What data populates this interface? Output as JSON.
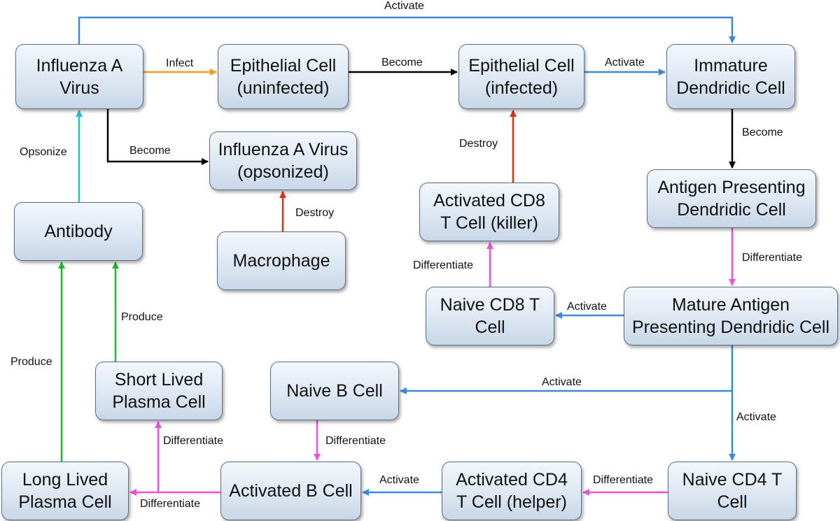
{
  "colors": {
    "infect": "#f0a020",
    "become": "#000000",
    "activate": "#3a8ad6",
    "destroy": "#e03010",
    "differentiate": "#f050d8",
    "produce": "#20b830",
    "opsonize": "#20c0d0"
  },
  "nodes": {
    "influenza_virus": [
      "Influenza A",
      "Virus"
    ],
    "epithelial_uninfected": [
      "Epithelial Cell",
      "(uninfected)"
    ],
    "epithelial_infected": [
      "Epithelial Cell",
      "(infected)"
    ],
    "immature_dc": [
      "Immature",
      "Dendridic Cell"
    ],
    "opsonized_virus": [
      "Influenza A Virus",
      "(opsonized)"
    ],
    "antigen_presenting_dc": [
      "Antigen Presenting",
      "Dendridic Cell"
    ],
    "activated_cd8": [
      "Activated CD8",
      "T Cell (killer)"
    ],
    "antibody": [
      "Antibody"
    ],
    "macrophage": [
      "Macrophage"
    ],
    "naive_cd8": [
      "Naive CD8 T",
      "Cell"
    ],
    "mature_apdc": [
      "Mature Antigen",
      "Presenting Dendridic Cell"
    ],
    "short_lived_plasma": [
      "Short Lived",
      "Plasma Cell"
    ],
    "naive_b": [
      "Naive B Cell"
    ],
    "long_lived_plasma": [
      "Long Lived",
      "Plasma Cell"
    ],
    "activated_b": [
      "Activated B Cell"
    ],
    "activated_cd4": [
      "Activated CD4",
      "T Cell (helper)"
    ],
    "naive_cd4": [
      "Naive CD4 T",
      "Cell"
    ]
  },
  "edges": [
    {
      "id": "virus-activate-immature",
      "type": "activate",
      "label": "Activate"
    },
    {
      "id": "virus-infect-epithelial",
      "type": "infect",
      "label": "Infect"
    },
    {
      "id": "epithelial-become-infected",
      "type": "become",
      "label": "Become"
    },
    {
      "id": "infected-activate-immature",
      "type": "activate",
      "label": "Activate"
    },
    {
      "id": "immature-become-apdc",
      "type": "become",
      "label": "Become"
    },
    {
      "id": "virus-become-opsonized",
      "type": "become",
      "label": "Become"
    },
    {
      "id": "antibody-opsonize-virus",
      "type": "opsonize",
      "label": "Opsonize"
    },
    {
      "id": "macrophage-destroy-opsonized",
      "type": "destroy",
      "label": "Destroy"
    },
    {
      "id": "cd8-destroy-infected",
      "type": "destroy",
      "label": "Destroy"
    },
    {
      "id": "apdc-differentiate-mature",
      "type": "differentiate",
      "label": "Differentiate"
    },
    {
      "id": "naivecd8-differentiate-cd8",
      "type": "differentiate",
      "label": "Differentiate"
    },
    {
      "id": "mature-activate-naivecd8",
      "type": "activate",
      "label": "Activate"
    },
    {
      "id": "mature-activate-naiveb",
      "type": "activate",
      "label": "Activate"
    },
    {
      "id": "mature-activate-naivecd4",
      "type": "activate",
      "label": "Activate"
    },
    {
      "id": "naiveb-differentiate-activatedb",
      "type": "differentiate",
      "label": "Differentiate"
    },
    {
      "id": "naivecd4-differentiate-cd4",
      "type": "differentiate",
      "label": "Differentiate"
    },
    {
      "id": "cd4-activate-activatedb",
      "type": "activate",
      "label": "Activate"
    },
    {
      "id": "activatedb-differentiate-short",
      "type": "differentiate",
      "label": "Differentiate"
    },
    {
      "id": "activatedb-differentiate-long",
      "type": "differentiate",
      "label": "Differentiate"
    },
    {
      "id": "short-produce-antibody",
      "type": "produce",
      "label": "Produce"
    },
    {
      "id": "long-produce-antibody",
      "type": "produce",
      "label": "Produce"
    }
  ]
}
